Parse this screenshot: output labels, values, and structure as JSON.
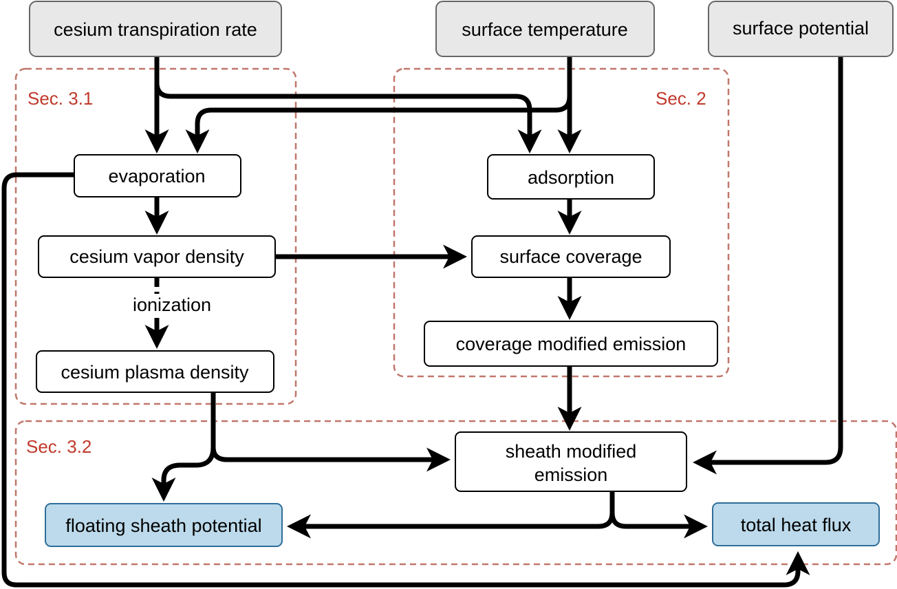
{
  "colors": {
    "input_fill": "#e8e8e8",
    "input_stroke": "#666666",
    "process_fill": "#ffffff",
    "process_stroke": "#000000",
    "output_fill": "#bcdaeb",
    "output_stroke": "#2f6d99",
    "section": "#c0766a",
    "section_label": "#c0392b"
  },
  "sections": {
    "sec31": "Sec. 3.1",
    "sec2": "Sec. 2",
    "sec32": "Sec. 3.2"
  },
  "inputs": {
    "transpiration": "cesium transpiration rate",
    "surface_temperature": "surface temperature",
    "surface_potential": "surface potential"
  },
  "nodes": {
    "evaporation": "evaporation",
    "vapor_density": "cesium vapor density",
    "plasma_density": "cesium plasma density",
    "adsorption": "adsorption",
    "surface_coverage": "surface coverage",
    "coverage_emission": "coverage modified emission",
    "sheath_emission_line1": "sheath modified",
    "sheath_emission_line2": "emission"
  },
  "outputs": {
    "floating_potential": "floating sheath potential",
    "heat_flux": "total heat flux"
  },
  "edge_labels": {
    "ionization": "ionization"
  }
}
